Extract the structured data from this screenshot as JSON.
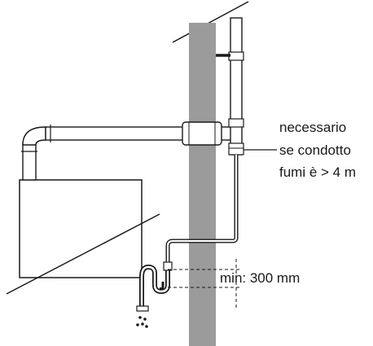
{
  "annotations": {
    "condensate_note": [
      "necessario",
      "se condotto",
      "fumi è > 4 m"
    ],
    "min_distance": "min: 300 mm"
  },
  "colors": {
    "line": "#1a1a1a",
    "chimney_fill": "#9b9b9b",
    "pipe_fill": "#ffffff"
  }
}
